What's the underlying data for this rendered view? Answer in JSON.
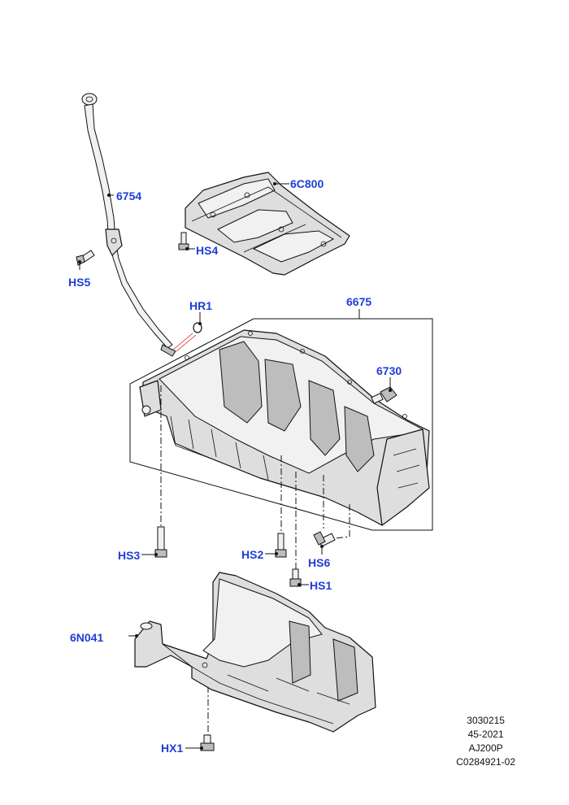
{
  "callouts": {
    "dipstick": "6754",
    "baffle": "6C800",
    "baffle_bolt": "HS4",
    "dipstick_bolt": "HS5",
    "o_ring": "HR1",
    "oil_pan": "6675",
    "drain_plug": "6730",
    "pan_bolt_long": "HS3",
    "pan_bolt_mid": "HS2",
    "pan_bolt_angled": "HS6",
    "pan_bolt_short": "HS1",
    "shield": "6N041",
    "shield_bolt": "HX1"
  },
  "footer": {
    "line1": "3030215",
    "line2": "45-2021",
    "line3": "AJ200P",
    "line4": "C0284921-02"
  }
}
